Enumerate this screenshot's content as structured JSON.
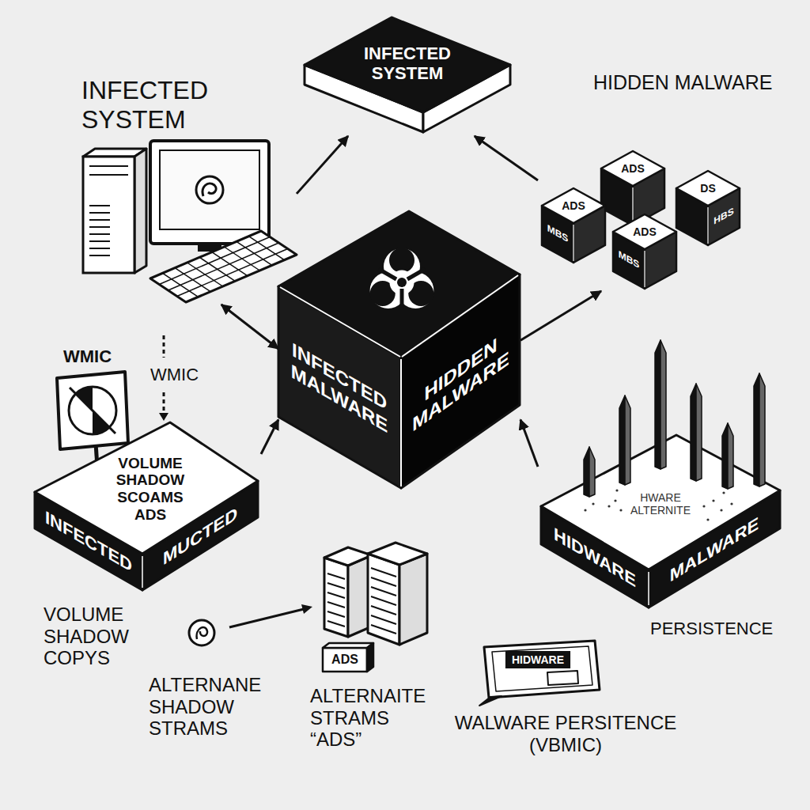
{
  "diagram": {
    "nodes": [
      {
        "text": [
          "INFECTED SYSTEM"
        ]
      },
      {
        "text": [
          "INFECTED SYSTEM"
        ]
      },
      {
        "text": [
          "HIDDEN MALWARE",
          "ADS",
          "DS",
          "HBS",
          "ADS",
          "MBS",
          "ADS",
          "MBS"
        ]
      },
      {
        "text": [
          "INFECTED MALWARE",
          "HIDDEN MALWARE"
        ]
      },
      {
        "text": [
          "VOLUME SHADOW SCOAMS ADS",
          "INFECTED",
          "MUCTED"
        ]
      },
      {
        "text": [
          "HWARE ALTERNITE",
          "HIDWARE",
          "MALWARE"
        ]
      },
      {
        "text": [
          "ADS"
        ]
      },
      {
        "text": [
          "HIDWARE"
        ]
      }
    ],
    "edges": [
      {
        "from": 0,
        "to": 1,
        "arrow": "to"
      },
      {
        "from": 2,
        "to": 1,
        "arrow": "to"
      },
      {
        "from": 0,
        "to": 3,
        "arrow": "both"
      },
      {
        "from": 3,
        "to": 2,
        "arrow": "to"
      },
      {
        "from": 4,
        "to": 3,
        "arrow": "to"
      },
      {
        "from": 5,
        "to": 3,
        "arrow": "to"
      }
    ],
    "labels": [
      "WMIC",
      "WMIC",
      "VOLUME SHADOW COPYS",
      "ALTERNANE SHADOW STRAMS",
      "ALTERNAITE STRAMS “ADS”",
      "PERSISTENCE",
      "WALWARE PERSITENCE (VBMIC)"
    ]
  }
}
